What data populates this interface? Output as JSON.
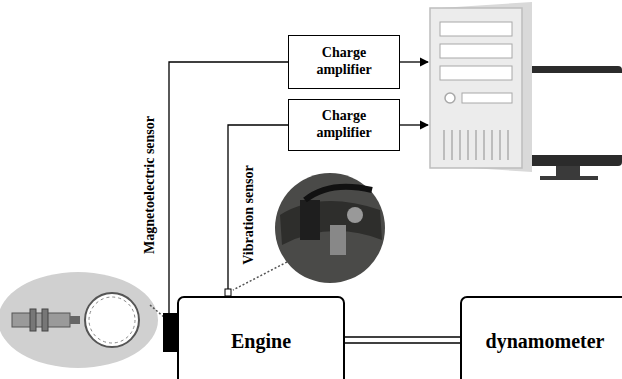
{
  "diagram": {
    "nodes": [
      {
        "text": [
          "Charge amplifier"
        ]
      },
      {
        "text": [
          "Charge amplifier"
        ]
      },
      {
        "text": [
          "Engine"
        ]
      },
      {
        "text": [
          "dynamometer"
        ]
      }
    ],
    "edges": [
      {
        "from": 2,
        "to": 0,
        "arrow": "none"
      },
      {
        "from": 2,
        "to": 1,
        "arrow": "none"
      },
      {
        "from": 2,
        "to": 3,
        "arrow": "none"
      }
    ],
    "labels": [
      "Magnetoelectric sensor",
      "Vibration sensor"
    ]
  }
}
